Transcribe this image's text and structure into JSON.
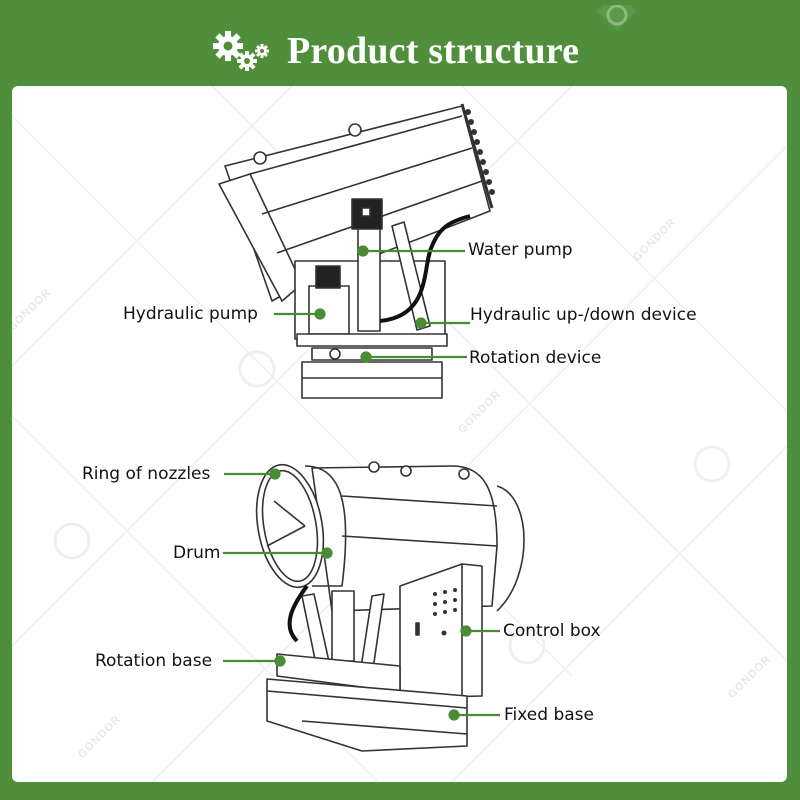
{
  "header": {
    "title": "Product structure",
    "icon": "gears-icon"
  },
  "colors": {
    "background": "#4f8f3b",
    "accent": "#4a8c34",
    "panel": "#ffffff",
    "text": "#111111"
  },
  "watermark": {
    "brand": "GONDOR",
    "logo": "G-logo-icon"
  },
  "diagrams": [
    {
      "name": "top-view",
      "labels": [
        {
          "id": "water-pump",
          "text": "Water pump"
        },
        {
          "id": "hydraulic-pump",
          "text": "Hydraulic pump"
        },
        {
          "id": "hydraulic-up-down-device",
          "text": "Hydraulic up-/down device"
        },
        {
          "id": "rotation-device",
          "text": "Rotation device"
        }
      ]
    },
    {
      "name": "perspective-view",
      "labels": [
        {
          "id": "ring-of-nozzles",
          "text": "Ring of nozzles"
        },
        {
          "id": "drum",
          "text": "Drum"
        },
        {
          "id": "control-box",
          "text": "Control box"
        },
        {
          "id": "rotation-base",
          "text": "Rotation base"
        },
        {
          "id": "fixed-base",
          "text": "Fixed base"
        }
      ]
    }
  ]
}
